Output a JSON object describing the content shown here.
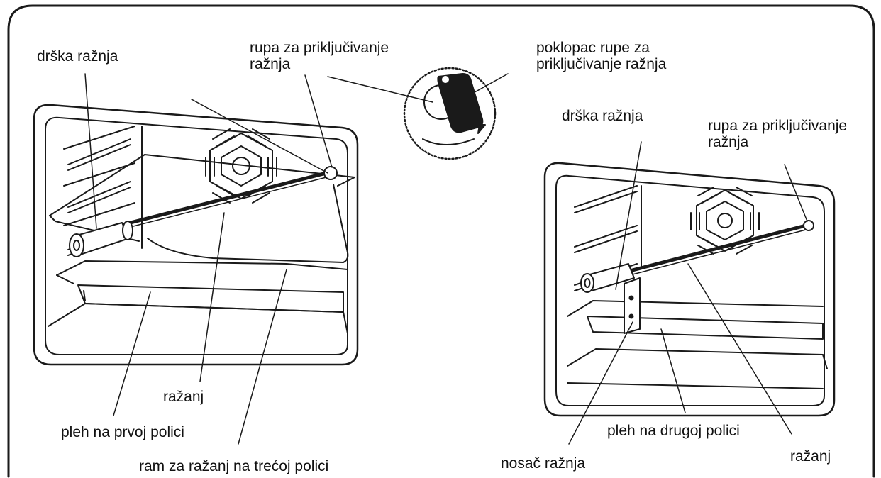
{
  "labels": {
    "left_spit_handle": "drška ražnja",
    "left_spit_hole_line1": "rupa za priključivanje",
    "left_spit_hole_line2": "ražnja",
    "hole_cover_line1": "poklopac rupe za",
    "hole_cover_line2": "priključivanje ražnja",
    "left_spit": "ražanj",
    "tray_first_shelf": "pleh na prvoj polici",
    "spit_frame_third_shelf": "ram za ražanj na trećoj polici",
    "right_spit_handle": "drška ražnja",
    "right_spit_hole_line1": "rupa za priključivanje",
    "right_spit_hole_line2": "ražnja",
    "tray_second_shelf": "pleh na drugoj polici",
    "spit_support": "nosač ražnja",
    "right_spit": "ražanj"
  },
  "colors": {
    "ink": "#1a1a1a",
    "fill": "#ffffff",
    "shade": "#e6e6e6"
  }
}
